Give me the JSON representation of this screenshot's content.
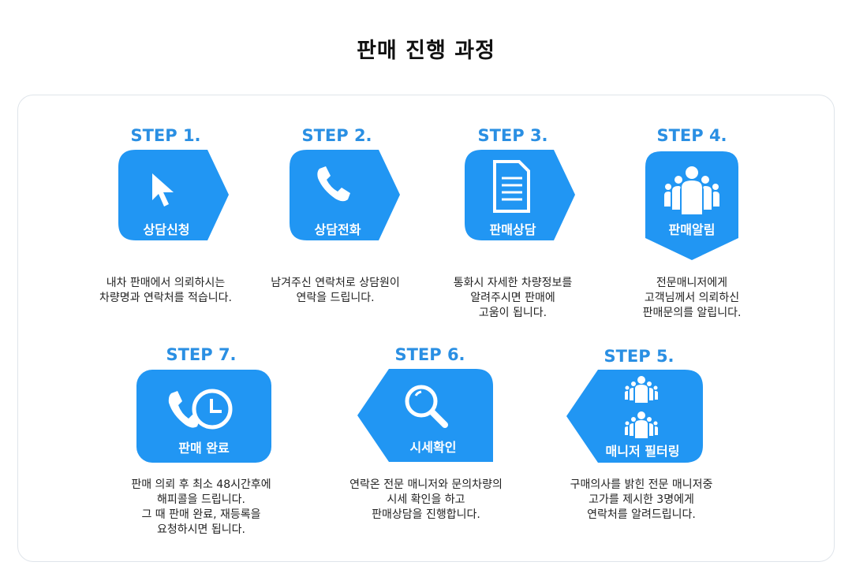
{
  "title": "판매 진행 과정",
  "colors": {
    "accent": "#2196F3",
    "step_text": "#2a8fe3"
  },
  "steps": [
    {
      "step": "STEP 1.",
      "label": "상담신청",
      "icon": "cursor-icon",
      "desc": [
        "내차 판매에서 의뢰하시는",
        "차량명과 연락처를 적습니다."
      ]
    },
    {
      "step": "STEP 2.",
      "label": "상담전화",
      "icon": "phone-icon",
      "desc": [
        "남겨주신 연락처로 상담원이",
        "연락을 드립니다."
      ]
    },
    {
      "step": "STEP 3.",
      "label": "판매상담",
      "icon": "document-icon",
      "desc": [
        "통화시 자세한 차량정보를",
        "알려주시면 판매에",
        "고움이 됩니다."
      ]
    },
    {
      "step": "STEP 4.",
      "label": "판매알림",
      "icon": "group-icon",
      "desc": [
        "전문매니저에게",
        "고객님께서 의뢰하신",
        "판매문의를 알립니다."
      ]
    },
    {
      "step": "STEP 5.",
      "label": "매니저 필터링",
      "icon": "group-icon",
      "desc": [
        "구매의사를 밝힌 전문 매니저중",
        "고가를 제시한 3명에게",
        "연락처를 알려드립니다."
      ]
    },
    {
      "step": "STEP 6.",
      "label": "시세확인",
      "icon": "search-icon",
      "desc": [
        "연락온 전문 매니저와 문의차량의",
        "시세 확인을 하고",
        "판매상담을 진행합니다."
      ]
    },
    {
      "step": "STEP 7.",
      "label": "판매 완료",
      "icon": "phone-clock-icon",
      "desc": [
        "판매 의뢰 후 최소 48시간후에",
        "해피콜을 드립니다.",
        "그 때 판매 완료, 재등록을",
        "요청하시면 됩니다."
      ]
    }
  ]
}
